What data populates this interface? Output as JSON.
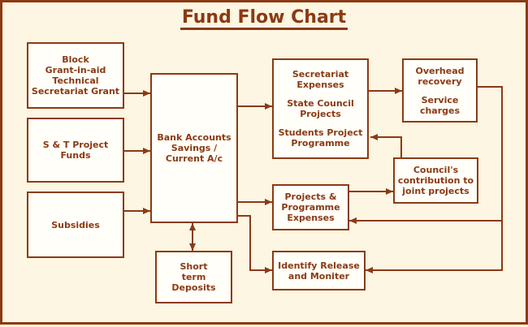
{
  "title": "Fund Flow Chart",
  "colors": {
    "accent": "#8b3a14",
    "background": "#fdf6e2",
    "box_fill": "#fffef8"
  },
  "nodes": {
    "block_grant": {
      "lines": [
        "Block",
        "Grant-in-aid",
        "Technical",
        "Secretariat Grant"
      ]
    },
    "st_project": {
      "lines": [
        "S & T Project",
        "Funds"
      ]
    },
    "subsidies": {
      "lines": [
        "Subsidies"
      ]
    },
    "bank": {
      "lines": [
        "Bank Accounts",
        "Savings /",
        "Current A/c"
      ]
    },
    "short_term": {
      "lines": [
        "Short",
        "term",
        "Deposits"
      ]
    },
    "secretariat": {
      "groups": [
        [
          "Secretariat",
          "Expenses"
        ],
        [
          "State Council",
          "Projects"
        ],
        [
          "Students Project",
          "Programme"
        ]
      ]
    },
    "overhead": {
      "groups": [
        [
          "Overhead",
          "recovery"
        ],
        [
          "Service",
          "charges"
        ]
      ]
    },
    "council": {
      "lines": [
        "Council's",
        "contribution to",
        "joint projects"
      ]
    },
    "projects": {
      "lines": [
        "Projects &",
        "Programme",
        "Expenses"
      ]
    },
    "identify": {
      "lines": [
        "Identify Release",
        "and Moniter"
      ]
    }
  }
}
